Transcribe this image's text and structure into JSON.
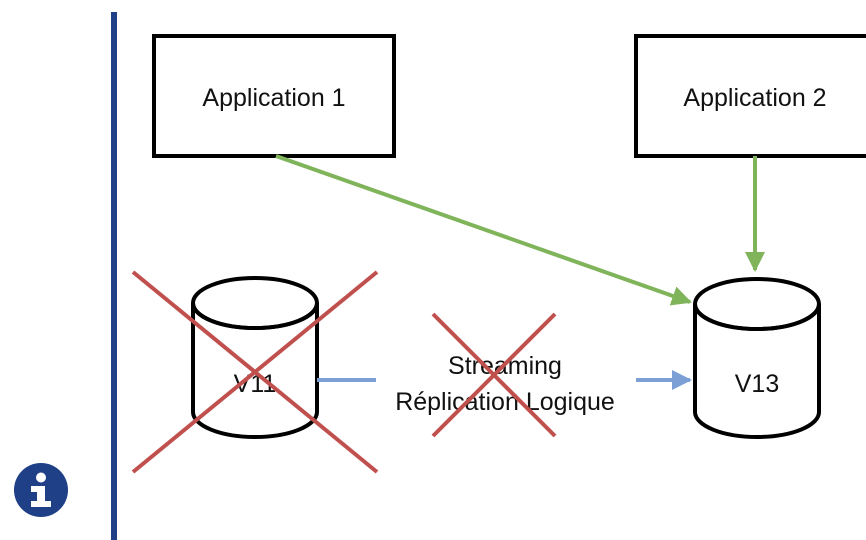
{
  "diagram": {
    "app1_label": "Application 1",
    "app2_label": "Application 2",
    "v11_label": "V11",
    "v13_label": "V13",
    "link_label_line1": "Streaming",
    "link_label_line2": "Réplication Logique"
  },
  "colors": {
    "accent_rule": "#1f3f86",
    "green_arrow": "#7fb45a",
    "blue_arrow": "#7c9fd6",
    "red_cross": "#c0504d",
    "badge": "#1f3f86"
  },
  "icons": {
    "badge": "info-icon"
  }
}
